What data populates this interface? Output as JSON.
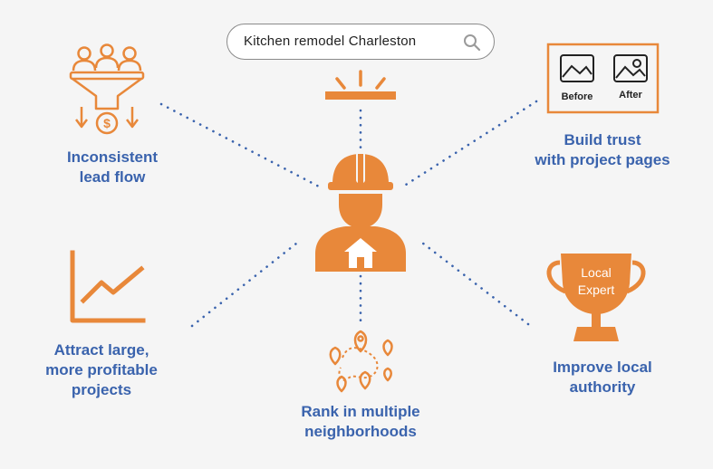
{
  "search": {
    "query": "Kitchen remodel Charleston",
    "icon": "search-icon"
  },
  "beforeafter": {
    "before": "Before",
    "after": "After"
  },
  "trophy": {
    "line1": "Local",
    "line2": "Expert"
  },
  "labels": {
    "lead_flow": [
      "Inconsistent",
      "lead flow"
    ],
    "trust": [
      "Build trust",
      "with project pages"
    ],
    "profitable": [
      "Attract large,",
      "more profitable",
      "projects"
    ],
    "authority": [
      "Improve local",
      "authority"
    ],
    "rank": [
      "Rank in multiple",
      "neighborhoods"
    ]
  },
  "colors": {
    "accent": "#e8883a",
    "label": "#3a63ad",
    "dots": "#3a63ad",
    "background": "#f5f5f5"
  }
}
